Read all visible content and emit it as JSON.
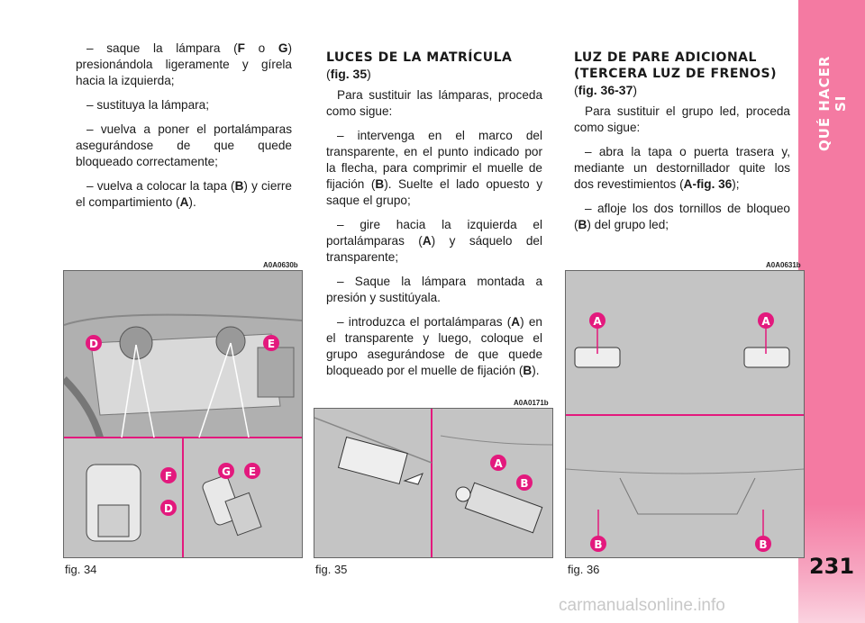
{
  "sidebar": {
    "section_title": "QUÉ HACER SI",
    "page_number": "231"
  },
  "col1": {
    "p1_a": "– saque la lámpara (",
    "p1_f": "F",
    "p1_o": " o ",
    "p1_g": "G",
    "p1_b": ") presionándola ligeramente y gírela hacia la izquierda;",
    "p2": "– sustituya la lámpara;",
    "p3": "– vuelva a poner el portalámparas asegurándose de que quede bloqueado correctamente;",
    "p4_a": "– vuelva a colocar la tapa (",
    "p4_b_letter": "B",
    "p4_b": ") y cierre el compartimiento (",
    "p4_a_letter": "A",
    "p4_c": ")."
  },
  "col2": {
    "heading": "LUCES DE LA MATRÍCULA",
    "ref_open": "(",
    "ref": "fig. 35",
    "ref_close": ")",
    "p1": "Para sustituir las lámparas, proceda como sigue:",
    "p2_a": "– intervenga en el marco del transparente, en el punto indicado por la flecha, para comprimir el muelle de fijación (",
    "p2_b": "B",
    "p2_c": "). Suelte el lado opuesto y saque el grupo;",
    "p3_a": "– gire hacia la izquierda el portalámparas (",
    "p3_b": "A",
    "p3_c": ") y sáquelo del transparente;",
    "p4": "– Saque la lámpara montada a presión y sustitúyala.",
    "p5_a": "– introduzca el portalámparas (",
    "p5_b": "A",
    "p5_c": ") en el transparente y luego, coloque el grupo asegurándose de que quede bloqueado por el muelle de fijación (",
    "p5_d": "B",
    "p5_e": ")."
  },
  "col3": {
    "heading1": "LUZ DE PARE ADICIONAL",
    "heading2": "(TERCERA LUZ DE FRENOS)",
    "ref_open": "(",
    "ref": "fig. 36-37",
    "ref_close": ")",
    "p1": "Para sustituir el grupo led, proceda como sigue:",
    "p2_a": "– abra la tapa o puerta trasera y, mediante un destornillador quite los dos revestimientos (",
    "p2_b": "A-fig. 36",
    "p2_c": ");",
    "p3_a": "– afloje los dos tornillos de bloqueo (",
    "p3_b": "B",
    "p3_c": ") del grupo led;"
  },
  "figures": {
    "fig34": {
      "code": "A0A0630b",
      "caption": "fig. 34",
      "labels": [
        "D",
        "E",
        "F",
        "D",
        "G",
        "E"
      ]
    },
    "fig35": {
      "code": "A0A0171b",
      "caption": "fig. 35",
      "labels": [
        "A",
        "B"
      ]
    },
    "fig36": {
      "code": "A0A0631b",
      "caption": "fig. 36",
      "labels": [
        "A",
        "A",
        "B",
        "B"
      ]
    }
  },
  "watermark": "carmanualsonline.info",
  "colors": {
    "accent": "#e3197d",
    "sidebar": "#f47aa2"
  }
}
